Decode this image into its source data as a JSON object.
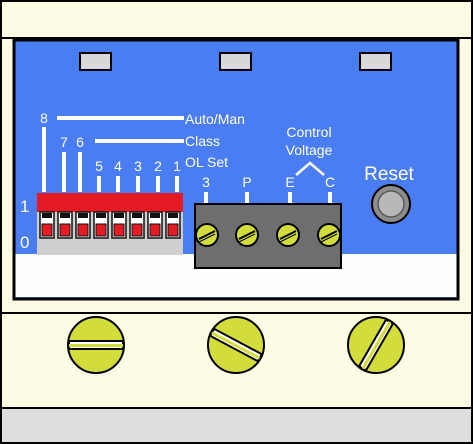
{
  "labels": {
    "auto_man": "Auto/Man",
    "class": "Class",
    "ol_set": "OL Set",
    "control_voltage_line1": "Control",
    "control_voltage_line2": "Voltage",
    "reset": "Reset",
    "row_on": "1",
    "row_off": "0"
  },
  "dip_switches": [
    {
      "label": "8",
      "state": "off"
    },
    {
      "label": "7",
      "state": "off"
    },
    {
      "label": "6",
      "state": "off"
    },
    {
      "label": "5",
      "state": "off"
    },
    {
      "label": "4",
      "state": "off"
    },
    {
      "label": "3",
      "state": "off"
    },
    {
      "label": "2",
      "state": "off"
    },
    {
      "label": "1",
      "state": "off"
    }
  ],
  "terminals": [
    "3",
    "P",
    "E",
    "C"
  ],
  "colors": {
    "housing": "#fdfbe3",
    "panel": "#4a7df2",
    "dip_body": "#e51a22",
    "terminal_block": "#6e6e6e",
    "screw": "#d2dc3a",
    "reset_button": "#b8b8b8"
  }
}
